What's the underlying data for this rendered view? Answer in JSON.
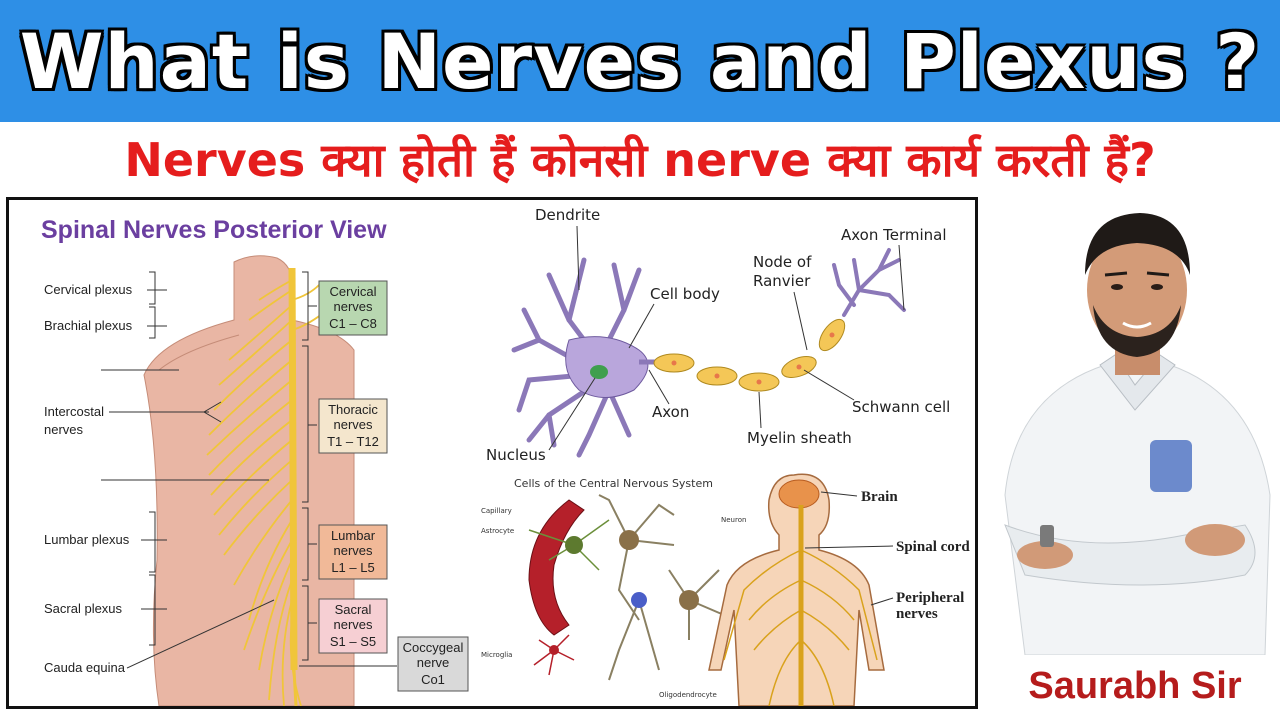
{
  "header": {
    "title": "What is Nerves and Plexus ?",
    "subtitle": "Nerves क्या होती हैं कोनसी nerve क्या कार्य करती हैं?"
  },
  "spinal_diagram": {
    "heading": "Spinal Nerves Posterior View",
    "left_labels": [
      "Cervical plexus",
      "Brachial plexus",
      "Intercostal",
      "nerves",
      "Lumbar plexus",
      "Sacral plexus",
      "Cauda equina"
    ],
    "boxes": [
      {
        "l1": "Cervical",
        "l2": "nerves",
        "l3": "C1 – C8",
        "color": "#b8d7b0"
      },
      {
        "l1": "Thoracic",
        "l2": "nerves",
        "l3": "T1 – T12",
        "color": "#f4e6cd"
      },
      {
        "l1": "Lumbar",
        "l2": "nerves",
        "l3": "L1 – L5",
        "color": "#f1b998"
      },
      {
        "l1": "Sacral",
        "l2": "nerves",
        "l3": "S1 – S5",
        "color": "#f6cfd3"
      },
      {
        "l1": "Coccygeal",
        "l2": "nerve",
        "l3": "Co1",
        "color": "#d9d9d9"
      }
    ]
  },
  "neuron_diagram": {
    "labels": [
      "Dendrite",
      "Cell body",
      "Node of",
      "Ranvier",
      "Axon Terminal",
      "Axon",
      "Nucleus",
      "Myelin sheath",
      "Schwann cell"
    ]
  },
  "cns_diagram": {
    "heading": "Cells of the Central Nervous System",
    "labels": [
      "Capillary",
      "Astrocyte",
      "Neuron",
      "Microglia",
      "Oligodendrocyte"
    ]
  },
  "body_diagram": {
    "labels": [
      "Brain",
      "Spinal cord",
      "Peripheral",
      "nerves"
    ]
  },
  "presenter": {
    "name": "Saurabh Sir"
  },
  "colors": {
    "title_bg": "#2e8fe6",
    "subtitle_text": "#e51d1d",
    "heading_purple": "#6b3fa0",
    "nerve_yellow": "#f0c53a",
    "neuron_purple": "#b9a6dc",
    "presenter_name": "#b51c1c"
  }
}
